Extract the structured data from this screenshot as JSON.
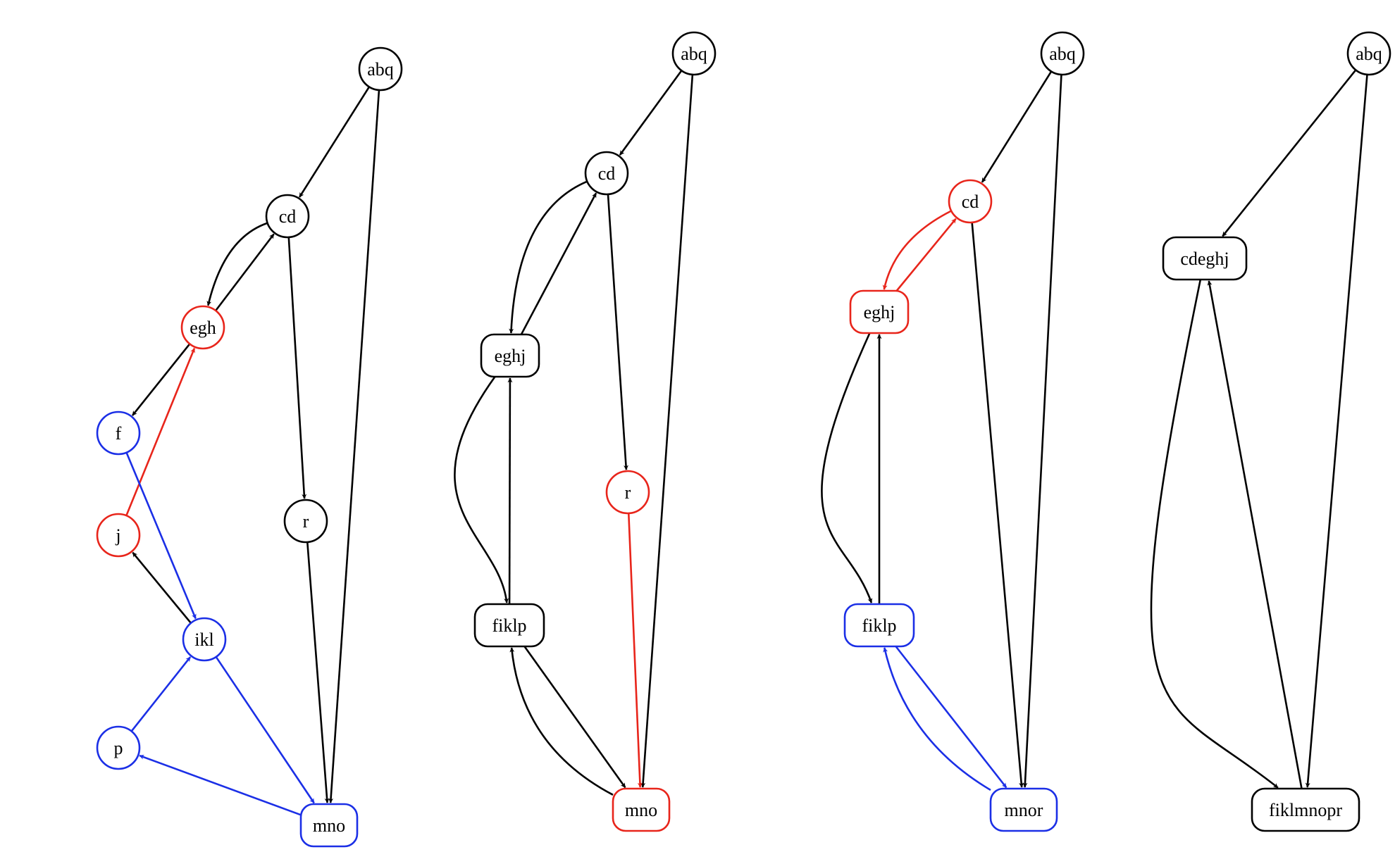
{
  "colors": {
    "black": "#000000",
    "red": "#e8251b",
    "blue": "#1b2fe6"
  },
  "graphs": [
    {
      "nodes": [
        {
          "id": "abq",
          "label": "abq",
          "shape": "circle",
          "color": "black"
        },
        {
          "id": "cd",
          "label": "cd",
          "shape": "circle",
          "color": "black"
        },
        {
          "id": "egh",
          "label": "egh",
          "shape": "circle",
          "color": "red"
        },
        {
          "id": "f",
          "label": "f",
          "shape": "circle",
          "color": "blue"
        },
        {
          "id": "j",
          "label": "j",
          "shape": "circle",
          "color": "red"
        },
        {
          "id": "r",
          "label": "r",
          "shape": "circle",
          "color": "black"
        },
        {
          "id": "ikl",
          "label": "ikl",
          "shape": "circle",
          "color": "blue"
        },
        {
          "id": "p",
          "label": "p",
          "shape": "circle",
          "color": "blue"
        },
        {
          "id": "mno",
          "label": "mno",
          "shape": "box",
          "color": "blue"
        }
      ],
      "edges": [
        {
          "from": "abq",
          "to": "cd",
          "color": "black"
        },
        {
          "from": "abq",
          "to": "mno",
          "color": "black"
        },
        {
          "from": "cd",
          "to": "egh",
          "color": "black"
        },
        {
          "from": "egh",
          "to": "cd",
          "color": "black"
        },
        {
          "from": "cd",
          "to": "r",
          "color": "black"
        },
        {
          "from": "egh",
          "to": "f",
          "color": "black"
        },
        {
          "from": "j",
          "to": "egh",
          "color": "red"
        },
        {
          "from": "f",
          "to": "ikl",
          "color": "blue"
        },
        {
          "from": "ikl",
          "to": "j",
          "color": "black"
        },
        {
          "from": "ikl",
          "to": "mno",
          "color": "blue"
        },
        {
          "from": "p",
          "to": "ikl",
          "color": "blue"
        },
        {
          "from": "mno",
          "to": "p",
          "color": "blue"
        },
        {
          "from": "r",
          "to": "mno",
          "color": "black"
        }
      ]
    },
    {
      "nodes": [
        {
          "id": "abq",
          "label": "abq",
          "shape": "circle",
          "color": "black"
        },
        {
          "id": "cd",
          "label": "cd",
          "shape": "circle",
          "color": "black"
        },
        {
          "id": "eghj",
          "label": "eghj",
          "shape": "box",
          "color": "black"
        },
        {
          "id": "r",
          "label": "r",
          "shape": "circle",
          "color": "red"
        },
        {
          "id": "fiklp",
          "label": "fiklp",
          "shape": "box",
          "color": "black"
        },
        {
          "id": "mno",
          "label": "mno",
          "shape": "box",
          "color": "red"
        }
      ],
      "edges": [
        {
          "from": "abq",
          "to": "cd",
          "color": "black"
        },
        {
          "from": "abq",
          "to": "mno",
          "color": "black"
        },
        {
          "from": "cd",
          "to": "eghj",
          "color": "black"
        },
        {
          "from": "eghj",
          "to": "cd",
          "color": "black"
        },
        {
          "from": "cd",
          "to": "r",
          "color": "black"
        },
        {
          "from": "eghj",
          "to": "fiklp",
          "color": "black"
        },
        {
          "from": "fiklp",
          "to": "eghj",
          "color": "black"
        },
        {
          "from": "fiklp",
          "to": "mno",
          "color": "black"
        },
        {
          "from": "mno",
          "to": "fiklp",
          "color": "black"
        },
        {
          "from": "r",
          "to": "mno",
          "color": "red"
        }
      ]
    },
    {
      "nodes": [
        {
          "id": "abq",
          "label": "abq",
          "shape": "circle",
          "color": "black"
        },
        {
          "id": "cd",
          "label": "cd",
          "shape": "circle",
          "color": "red"
        },
        {
          "id": "eghj",
          "label": "eghj",
          "shape": "box",
          "color": "red"
        },
        {
          "id": "fiklp",
          "label": "fiklp",
          "shape": "box",
          "color": "blue"
        },
        {
          "id": "mnor",
          "label": "mnor",
          "shape": "box",
          "color": "blue"
        }
      ],
      "edges": [
        {
          "from": "abq",
          "to": "cd",
          "color": "black"
        },
        {
          "from": "abq",
          "to": "mnor",
          "color": "black"
        },
        {
          "from": "cd",
          "to": "eghj",
          "color": "red"
        },
        {
          "from": "eghj",
          "to": "cd",
          "color": "red"
        },
        {
          "from": "cd",
          "to": "mnor",
          "color": "black"
        },
        {
          "from": "eghj",
          "to": "fiklp",
          "color": "black"
        },
        {
          "from": "fiklp",
          "to": "eghj",
          "color": "black"
        },
        {
          "from": "fiklp",
          "to": "mnor",
          "color": "blue"
        },
        {
          "from": "mnor",
          "to": "fiklp",
          "color": "blue"
        }
      ]
    },
    {
      "nodes": [
        {
          "id": "abq",
          "label": "abq",
          "shape": "circle",
          "color": "black"
        },
        {
          "id": "cdeghj",
          "label": "cdeghj",
          "shape": "box",
          "color": "black"
        },
        {
          "id": "fiklmnopr",
          "label": "fiklmnopr",
          "shape": "box",
          "color": "black"
        }
      ],
      "edges": [
        {
          "from": "abq",
          "to": "cdeghj",
          "color": "black"
        },
        {
          "from": "abq",
          "to": "fiklmnopr",
          "color": "black"
        },
        {
          "from": "cdeghj",
          "to": "fiklmnopr",
          "color": "black"
        },
        {
          "from": "fiklmnopr",
          "to": "cdeghj",
          "color": "black"
        }
      ]
    }
  ]
}
